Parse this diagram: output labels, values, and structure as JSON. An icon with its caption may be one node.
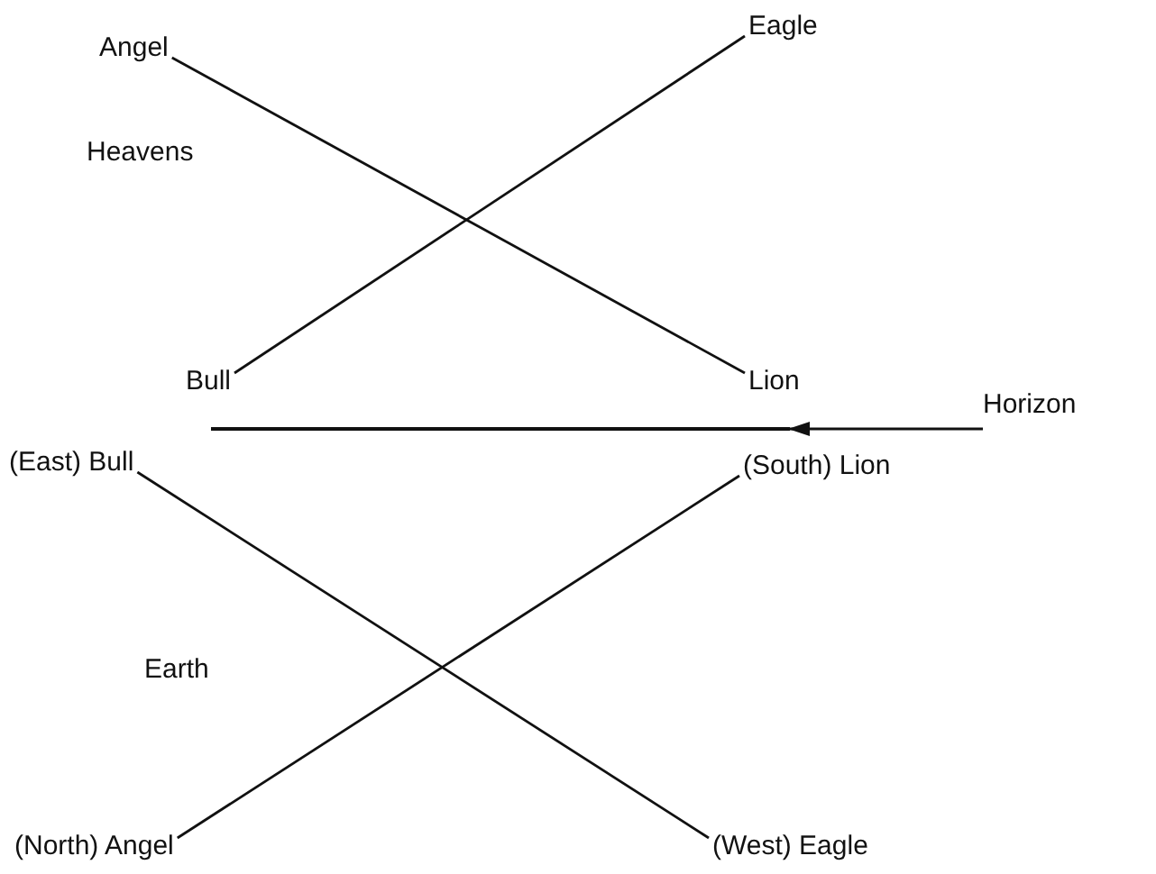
{
  "diagram": {
    "nodes": [
      {
        "text": [
          "Angel"
        ]
      },
      {
        "text": [
          "Eagle"
        ]
      },
      {
        "text": [
          "Bull"
        ]
      },
      {
        "text": [
          "Lion"
        ]
      },
      {
        "text": [],
        "shape": "bar"
      },
      {
        "text": [
          "Horizon"
        ]
      },
      {
        "text": [
          "(East) Bull"
        ]
      },
      {
        "text": [
          "(South) Lion"
        ]
      },
      {
        "text": [
          "(North) Angel"
        ]
      },
      {
        "text": [
          "(West) Eagle"
        ]
      }
    ],
    "edges": [
      {
        "from": 0,
        "to": 3,
        "arrow": "none"
      },
      {
        "from": 2,
        "to": 1,
        "arrow": "none"
      },
      {
        "from": 5,
        "to": 4,
        "arrow": "to"
      },
      {
        "from": 6,
        "to": 9,
        "arrow": "none"
      },
      {
        "from": 8,
        "to": 7,
        "arrow": "none"
      }
    ],
    "labels": [
      "Heavens",
      "Earth"
    ]
  }
}
